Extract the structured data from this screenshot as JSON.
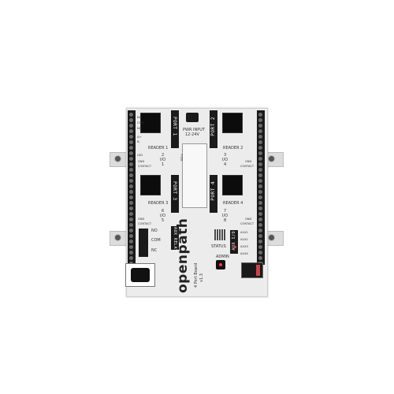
{
  "board": {
    "brand": "openpath",
    "subtitle": "4 Port Board",
    "version": "v1.3",
    "power_title": "PWR INPUT",
    "power_range": "12-24V",
    "fuse_label": "FUSE",
    "ports": [
      {
        "label": "PORT 1",
        "reader": "READER 1",
        "nums": [
          "2",
          "1"
        ]
      },
      {
        "label": "PORT 2",
        "reader": "READER 2",
        "nums": [
          "3",
          "4"
        ]
      },
      {
        "label": "PORT 3",
        "reader": "READER 3",
        "nums": [
          "6",
          "5"
        ]
      },
      {
        "label": "PORT 4",
        "reader": "READER 4",
        "nums": [
          "7",
          "8"
        ]
      }
    ],
    "io_label": "I/O",
    "row_labels": [
      "NC",
      "COM",
      "NO",
      "A+",
      "B-",
      "LED"
    ],
    "aux_relay_label": "AUX RELAY",
    "aux_relay_terms": [
      "NO",
      "COM",
      "NC"
    ],
    "aux_io_label": "AUX I/O",
    "aux_io_terms": [
      "AUX1",
      "AUX2",
      "AUX3",
      "AUX4"
    ],
    "status_label": "STATUS",
    "admin_label": "ADMIN",
    "terms_small": [
      "GND",
      "CONTACT"
    ],
    "colors": {
      "board": "#ececec",
      "terminal": "#1a1a1a",
      "relay": "#0c0c0c",
      "led": "#ff3b3b",
      "brand": "#222222"
    }
  }
}
